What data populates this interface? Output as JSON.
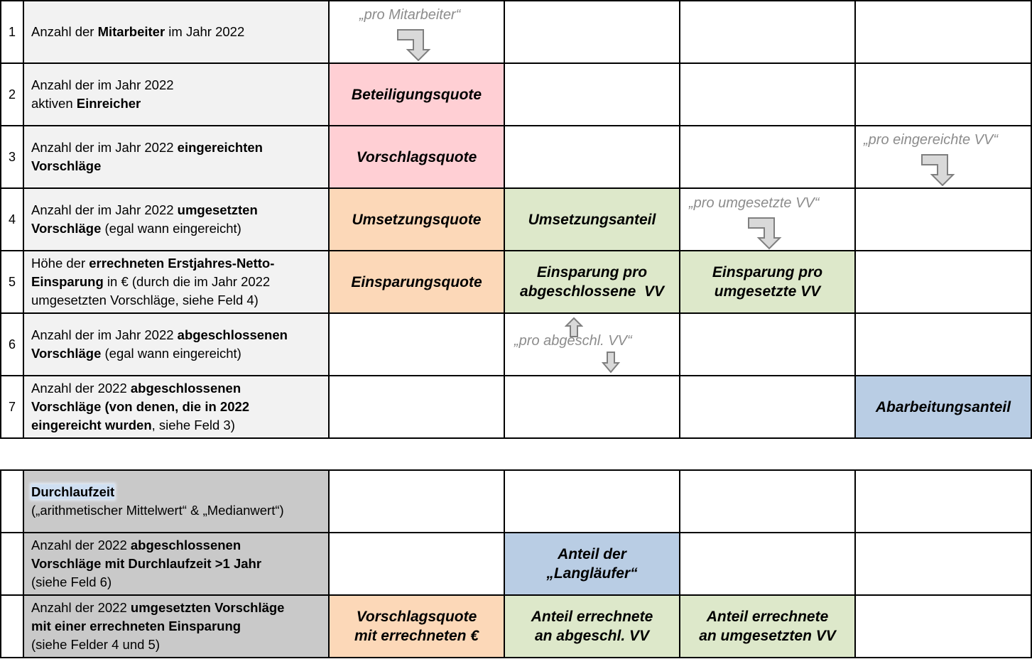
{
  "table1": {
    "rows": [
      {
        "num": "1",
        "desc": [
          {
            "t": "Anzahl der ",
            "b": false
          },
          {
            "t": "Mitarbeiter",
            "b": true
          },
          {
            "t": " im Jahr 2022",
            "b": false
          }
        ]
      },
      {
        "num": "2",
        "desc": [
          {
            "t": "Anzahl der im Jahr 2022",
            "b": false
          },
          {
            "br": true
          },
          {
            "t": "aktiven ",
            "b": false
          },
          {
            "t": "Einreicher",
            "b": true
          }
        ]
      },
      {
        "num": "3",
        "desc": [
          {
            "t": "Anzahl der im Jahr 2022 ",
            "b": false
          },
          {
            "t": "eingereichten",
            "b": true
          },
          {
            "br": true
          },
          {
            "t": "Vorschläge",
            "b": true
          }
        ]
      },
      {
        "num": "4",
        "desc": [
          {
            "t": "Anzahl der im Jahr 2022 ",
            "b": false
          },
          {
            "t": "umgesetzten",
            "b": true
          },
          {
            "br": true
          },
          {
            "t": "Vorschläge",
            "b": true
          },
          {
            "t": " (egal wann eingereicht)",
            "b": false
          }
        ]
      },
      {
        "num": "5",
        "desc": [
          {
            "t": "Höhe der ",
            "b": false
          },
          {
            "t": "errechneten Erstjahres-Netto-",
            "b": true
          },
          {
            "br": true
          },
          {
            "t": "Einsparung",
            "b": true
          },
          {
            "t": " in € (durch die im Jahr 2022",
            "b": false
          },
          {
            "br": true
          },
          {
            "t": "umgesetzten Vorschläge, siehe Feld 4)",
            "b": false
          }
        ]
      },
      {
        "num": "6",
        "desc": [
          {
            "t": "Anzahl der im Jahr 2022 ",
            "b": false
          },
          {
            "t": "abgeschlossenen",
            "b": true
          },
          {
            "br": true
          },
          {
            "t": "Vorschläge",
            "b": true
          },
          {
            "t": " (egal wann eingereicht)",
            "b": false
          }
        ]
      },
      {
        "num": "7",
        "desc": [
          {
            "t": "Anzahl der 2022 ",
            "b": false
          },
          {
            "t": "abgeschlossenen",
            "b": true
          },
          {
            "br": true
          },
          {
            "t": "Vorschläge (von denen, die in 2022",
            "b": true
          },
          {
            "br": true
          },
          {
            "t": "eingereicht wurden",
            "b": true
          },
          {
            "t": ", siehe Feld 3)",
            "b": false
          }
        ]
      }
    ],
    "kpis": {
      "beteiligungsquote": "Beteiligungsquote",
      "vorschlagsquote": "Vorschlagsquote",
      "umsetzungsquote": "Umsetzungsquote",
      "umsetzungsanteil": "Umsetzungsanteil",
      "einsparungsquote": "Einsparungsquote",
      "einsparung_abgeschlossen": [
        "Einsparung pro",
        "abgeschlossene  VV"
      ],
      "einsparung_umgesetzt": [
        "Einsparung pro",
        "umgesetzte VV"
      ],
      "abarbeitungsanteil": "Abarbeitungsanteil"
    },
    "notes": {
      "pro_mitarbeiter": "„pro Mitarbeiter“",
      "pro_eingereichte": "„pro eingereichte VV“",
      "pro_umgesetzte": "„pro umgesetzte VV“",
      "pro_abgeschl": "„pro abgeschl. VV“"
    }
  },
  "table2": {
    "rows": [
      {
        "desc": [
          {
            "t": "Durchlaufzeit",
            "b": true,
            "hl": true
          },
          {
            "br": true
          },
          {
            "t": "(„arithmetischer Mittelwert“ & „Medianwert“)",
            "b": false
          }
        ]
      },
      {
        "desc": [
          {
            "t": "Anzahl der 2022 ",
            "b": false
          },
          {
            "t": "abgeschlossenen",
            "b": true
          },
          {
            "br": true
          },
          {
            "t": "Vorschläge mit Durchlaufzeit >1 Jahr",
            "b": true
          },
          {
            "br": true
          },
          {
            "t": "(siehe Feld 6)",
            "b": false
          }
        ]
      },
      {
        "desc": [
          {
            "t": "Anzahl der 2022 ",
            "b": false
          },
          {
            "t": "umgesetzten Vorschläge",
            "b": true
          },
          {
            "br": true
          },
          {
            "t": "mit einer errechneten Einsparung",
            "b": true
          },
          {
            "br": true
          },
          {
            "t": "(siehe Felder 4 und 5)",
            "b": false
          }
        ]
      }
    ],
    "kpis": {
      "anteil_langlaeufer": [
        "Anteil der",
        "„Langläufer“"
      ],
      "vorschlagsquote_euro": [
        "Vorschlagsquote",
        "mit errechneten €"
      ],
      "anteil_abgeschl": [
        "Anteil errechnete",
        "an abgeschl. VV"
      ],
      "anteil_umgesetzt": [
        "Anteil errechnete",
        "an umgesetzten VV"
      ]
    }
  },
  "colors": {
    "pink": "#ffcfd4",
    "orange": "#fcd8b8",
    "green": "#dde8ca",
    "blue": "#b9cde4",
    "desc_light": "#f2f2f2",
    "desc_dark": "#c9c9c9",
    "note_gray": "#8c8c8c"
  },
  "icons": [
    "arrow-down-right-icon",
    "arrow-up-icon",
    "arrow-down-icon"
  ]
}
